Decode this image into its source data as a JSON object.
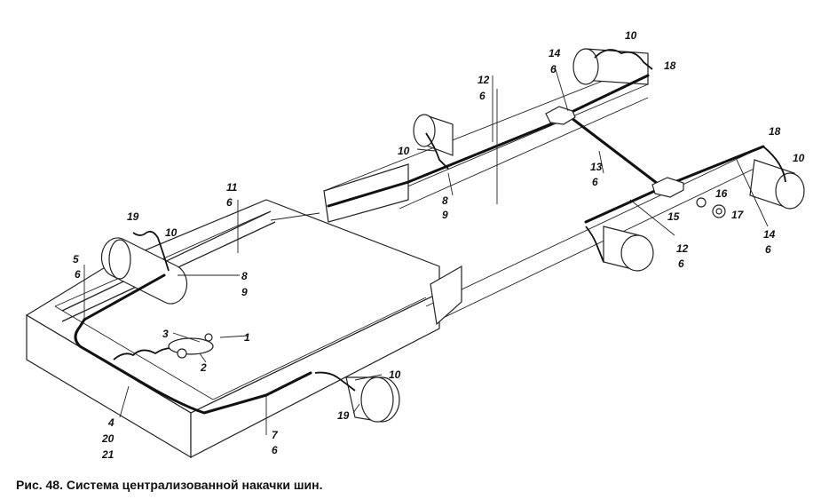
{
  "caption": "Рис. 48. Система централизованной накачки шин.",
  "labels": {
    "l1": "1",
    "l2": "2",
    "l3": "3",
    "l4": "4",
    "l5": "5",
    "l6a": "6",
    "l7": "7",
    "l6b": "6",
    "l8a": "8",
    "l9a": "9",
    "l10a": "10",
    "l19a": "19",
    "l11": "11",
    "l6c": "6",
    "l10b": "10",
    "l19b": "19",
    "l20": "20",
    "l21": "21",
    "l8b": "8",
    "l9b": "9",
    "l10c": "10",
    "l12a": "12",
    "l6d": "6",
    "l14a": "14",
    "l6e": "6",
    "l10d": "10",
    "l18a": "18",
    "l13": "13",
    "l6f": "6",
    "l15": "15",
    "l16": "16",
    "l17": "17",
    "l12b": "12",
    "l6g": "6",
    "l18b": "18",
    "l10e": "10",
    "l14b": "14",
    "l6h": "6"
  }
}
